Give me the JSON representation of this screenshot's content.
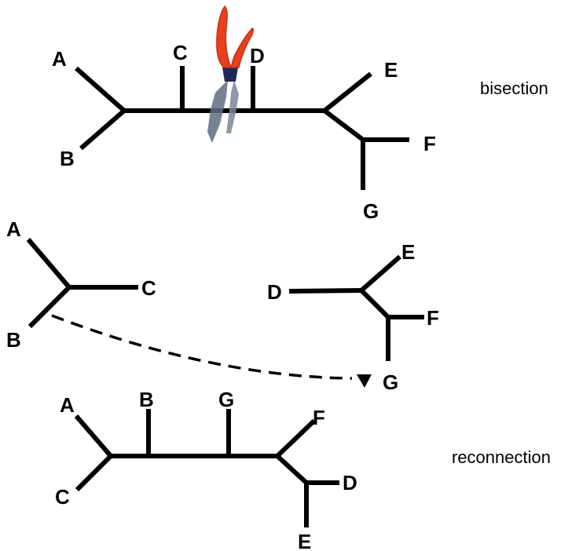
{
  "stage_labels": {
    "bisection": "bisection",
    "reconnection": "reconnection"
  },
  "leaves": {
    "A": "A",
    "B": "B",
    "C": "C",
    "D": "D",
    "E": "E",
    "F": "F",
    "G": "G"
  },
  "icons": {
    "scissors": "scissors-icon",
    "arrowhead": "arrowhead-icon"
  },
  "colors": {
    "edge": "#000000",
    "scissors_handle": "#e8401f",
    "scissors_blade": "#5f6d82"
  }
}
